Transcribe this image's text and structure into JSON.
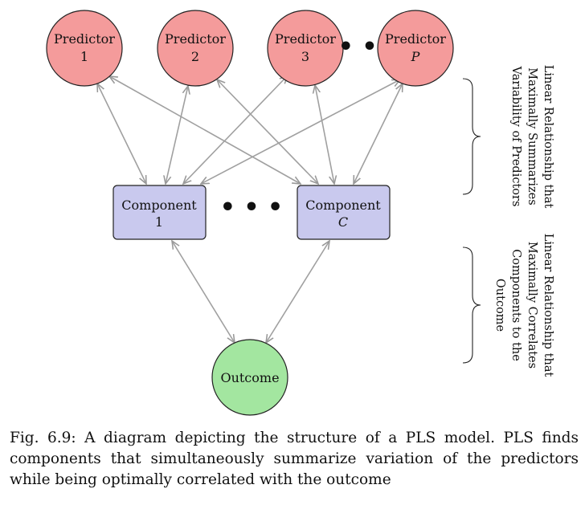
{
  "predictors": [
    {
      "line1": "Predictor",
      "line2": "1",
      "italic": false
    },
    {
      "line1": "Predictor",
      "line2": "2",
      "italic": false
    },
    {
      "line1": "Predictor",
      "line2": "3",
      "italic": false
    },
    {
      "line1": "Predictor",
      "line2": "P",
      "italic": true
    }
  ],
  "predictor_ellipsis": "• • •",
  "components": [
    {
      "line1": "Component",
      "line2": "1",
      "italic": false
    },
    {
      "line1": "Component",
      "line2": "C",
      "italic": true
    }
  ],
  "component_ellipsis": "• • •",
  "outcome": "Outcome",
  "annotations": {
    "top": [
      "Linear Relationship that",
      "Maximally Summarizes",
      "Variability of Predictors"
    ],
    "bottom": [
      "Linear Relationship that",
      "Maximally Correlates",
      "Components to the",
      "Outcome"
    ]
  },
  "caption": "Fig. 6.9: A diagram depicting the structure of a PLS model. PLS finds components that simultaneously summarize variation of the predictors while being optimally correlated with the outcome",
  "colors": {
    "predictor_fill": "#f49b9b",
    "component_fill": "#c9c9ee",
    "outcome_fill": "#a3e6a0",
    "edge": "#a0a0a0"
  }
}
